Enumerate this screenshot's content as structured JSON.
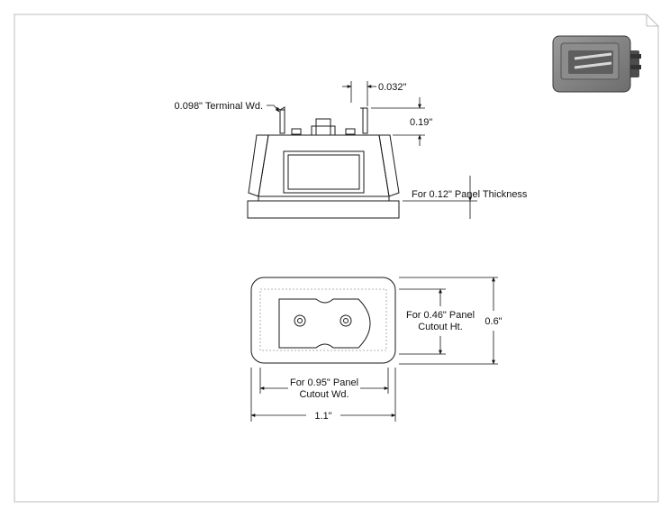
{
  "drawing": {
    "side_view": {
      "terminal_width": "0.098\" Terminal Wd.",
      "terminal_spacing": "0.032\"",
      "terminal_height": "0.19\"",
      "panel_thickness": "For 0.12\" Panel Thickness"
    },
    "front_view": {
      "cutout_height_line1": "For 0.46\" Panel",
      "cutout_height_line2": "Cutout Ht.",
      "overall_height": "0.6\"",
      "cutout_width_line1": "For 0.95\" Panel",
      "cutout_width_line2": "Cutout Wd.",
      "overall_width": "1.1\""
    }
  }
}
